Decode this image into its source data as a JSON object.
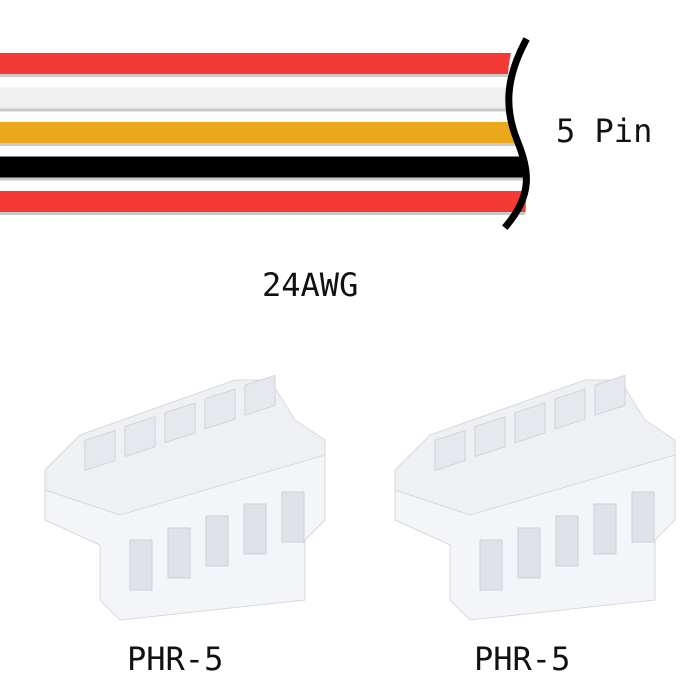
{
  "cable": {
    "pin_label": "5 Pin",
    "gauge_label": "24AWG",
    "wire_colors": [
      "#f33a35",
      "#efefed",
      "#eba81d",
      "#000000",
      "#f33a35"
    ]
  },
  "connectors": [
    {
      "label": "PHR-5"
    },
    {
      "label": "PHR-5"
    }
  ]
}
